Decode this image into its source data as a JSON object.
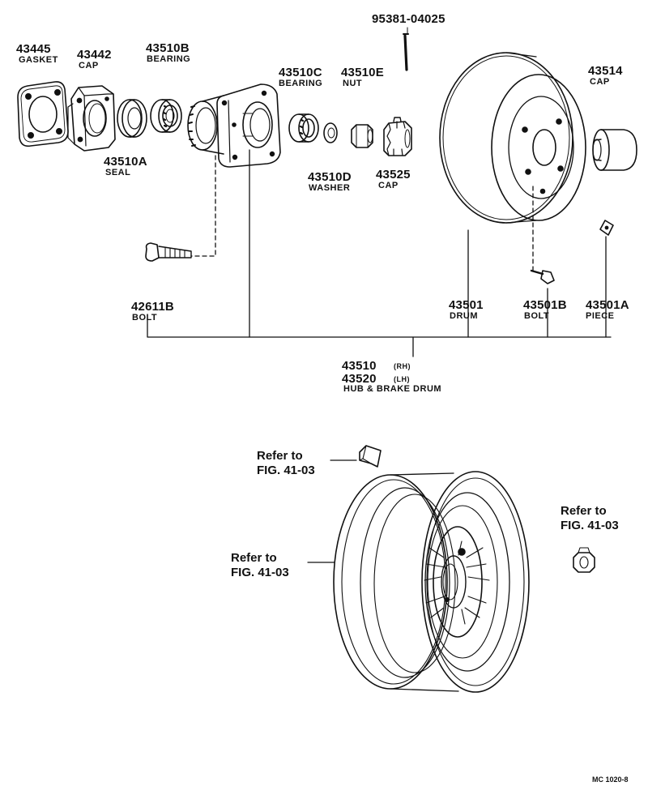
{
  "parts": {
    "gasket_43445": {
      "number": "43445",
      "name": "GASKET"
    },
    "cap_43442": {
      "number": "43442",
      "name": "CAP"
    },
    "bearing_43510B": {
      "number": "43510B",
      "name": "BEARING"
    },
    "seal_43510A": {
      "number": "43510A",
      "name": "SEAL"
    },
    "bearing_43510C": {
      "number": "43510C",
      "name": "BEARING"
    },
    "nut_43510E": {
      "number": "43510E",
      "name": "NUT"
    },
    "washer_43510D": {
      "number": "43510D",
      "name": "WASHER"
    },
    "cap_43525": {
      "number": "43525",
      "name": "CAP"
    },
    "pin_95381": {
      "number": "95381-04025"
    },
    "cap_43514": {
      "number": "43514",
      "name": "CAP"
    },
    "bolt_42611B": {
      "number": "42611B",
      "name": "BOLT"
    },
    "drum_43501": {
      "number": "43501",
      "name": "DRUM"
    },
    "bolt_43501B": {
      "number": "43501B",
      "name": "BOLT"
    },
    "piece_43501A": {
      "number": "43501A",
      "name": "PIECE"
    }
  },
  "assembly": {
    "rh_number": "43510",
    "rh_side": "(RH)",
    "lh_number": "43520",
    "lh_side": "(LH)",
    "name": "HUB & BRAKE DRUM"
  },
  "references": {
    "weight": "Refer to\nFIG. 41-03",
    "wheel": "Refer to\nFIG. 41-03",
    "nut": "Refer to\nFIG. 41-03"
  },
  "figure_code": "MC  1020-8"
}
